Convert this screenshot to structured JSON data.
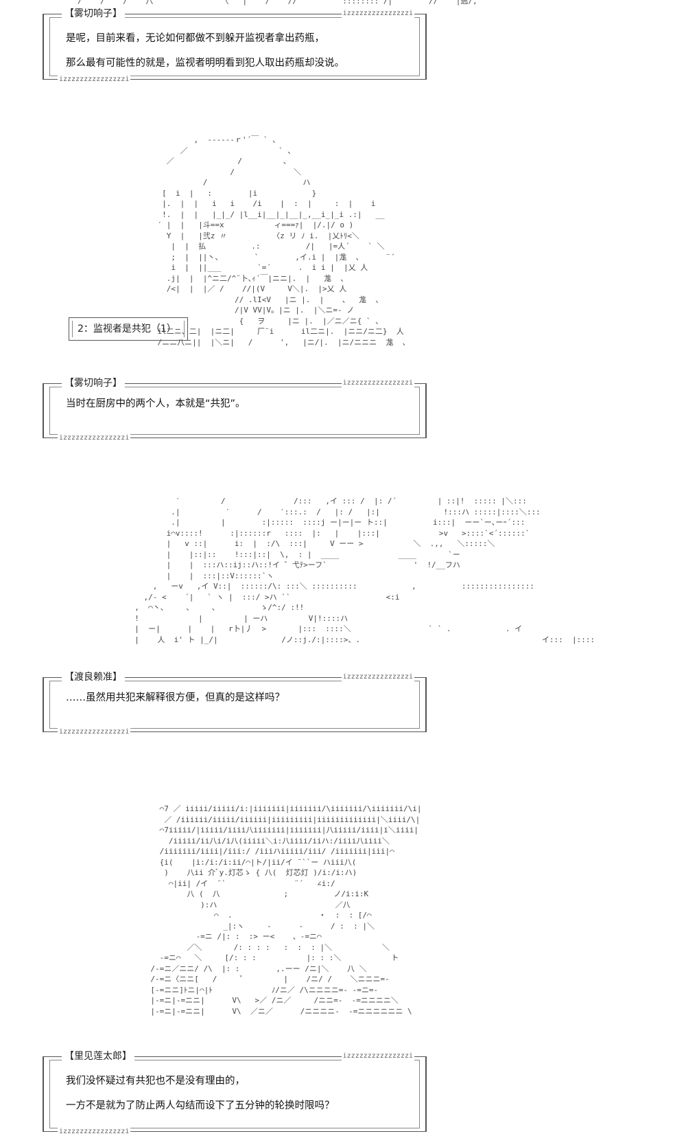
{
  "dialogs": [
    {
      "speaker": "【雾切响子】",
      "lines": [
        "是呢，目前来看，无论如何都做不到躲开监视者拿出药瓶，",
        "那么最有可能性的就是，监视者明明看到犯人取出药瓶却没说。"
      ]
    },
    {
      "speaker": "【雾切响子】",
      "lines": [
        "当时在厨房中的两个人，本就是“共犯”。"
      ]
    },
    {
      "speaker": "【渡良赖准】",
      "lines": [
        "……虽然用共犯来解释很方便，但真的是这样吗？"
      ]
    },
    {
      "speaker": "【里见莲太郎】",
      "lines": [
        "我们没怀疑过有共犯也不是没有理由的，",
        "一方不是就为了防止两人勾结而设下了五分钟的轮换时限吗？"
      ]
    }
  ],
  "zigzag_top": "izzzzzzzzzzzzzzzi",
  "zigzag_bottom": "izzzzzzzzzzzzzzzi",
  "label_box": "2：监视者是共犯（1）",
  "art": {
    "top_fragment": "        /    /    /    八               〈   |'   /    //          :::::::: /|        //    |逃/,",
    "figure1": "                    ,  ------ｒ'´￣ ` 、\n                 ／                    ` 、\n              ／              /         、\n                            /             ＼\n                      /                     ハ\n             [  i  |   :        |i            }\n             |.  |  |   i   i    /i    |  :  |     :  |    i\n             !.  |  |   |_|_/ |l__i|__|_|__|_,__i_|_i .:|   __\n            ′ |  |   |斗==x           ィ===ｧ|  |/.|/ o )\n              Y  |   |弐z 〃          〈z リ ﾉ i.  |乂ﾄﾘ<＼\n               |  |  払          .:          /|   |=人´    ` ＼\n               ;  |  ||丶、       `        ,イ.i |  |尨  、     ¨´\n               i  |  ||___        `=´      .  i i |  |乂 人\n              .j|  |  |^ニ二/^¨卜､ｨ´￣|ニニ|.  |   尨  、\n              /<|  |  |／ /    //|(V     V＼|.  |>乂 人\n                             // .lI<V   |ニ |.  |    、  尨  、\n                             /|V VV|V。|ニ |.  |＼ニ=- ノ\n                              {   ヲ     |ニ |.  |／ニ／ニ{ ` 、\n            il二ニ、二|  |ニ二|     厂¨i      il二ニ|.  |ニニ/ニ二}  人\n            /ニニ八ニ||  |＼ニ|   /      ',   |ニ/|.  |ニ/ニニニ  尨  、",
    "figure2": "                   ′         /               /:::   ,イ ::: /  |: /´         | ::|!  ::::: |＼:::\n                  .|          ′      /    ′:::.:  /   |: /   |:|              !:::ハ :::::|::::＼:::\n                  .|         |        :|:::::  ::::j ー|ー|ー ト::|          i:::|  ーー`ー､ーｰ´:::\n                 i⌒v::::!      :|::::::r   ::::  |:   |    |:::|             >v   >::::`<´::::::`\n                 |   v ::|      i:  |  :/\\  :::|     V ーー >           ＼  .,,   ＼:::::＼\n                 |    |::|::    !:::|::|  \\,  : |  ____             ____       `ー\n                 |    |  :::ハ::ij::ハ::!イ ゛弋ﾃ>ーフ`                   '  !/__フハ\n                 |    |  :::|::V::::::`ヽ\n              ,   ーv   ,イ V::|  ::::::/\\: :::＼ ::::::::::            ,          ::::::::::::::::\n            ,/- <    ´|   ` ヽ |  :::/ >ハ ``                     <:i\n          ,  ⌒丶、    、    、         ゝ/^:/ :!!\n          !             |         | ーハ         V|!::::ハ\n          |  ー|      |    |   r卜|丿  >       |:::  ::::＼                 ` ` .            . イ\n          |    人  i' ト |_/|              /ノ::j./:|::::>、.                                        イ:::  |::::",
    "figure3": "                 ⌒7 ／ iiiii/iiiii/i:|iiiiiii|iiiiiii/\\iiiiiii/\\iiiiiii/\\i|\n                  ／ /iiiiii/iiiii/iiiiii|iiiiiiiii|iiiiiiiiiiiii|＼iiii/\\|\n                 ⌒7iiiii/|iiiii/iiii八iiiiiii|iiiiiii|八iiiii/iiii|i＼iiii|\n                   /iiiii/ii八i/i八(iiiii＼i:八iiii/iiハ:/iiii八iiii＼\n                 /iiiiiii/iiii|/iii:/ /iiiハiiiii/iii/ /iiiiiii|iii|⌒\n                 {i(    |i:/i:/i:ii/⌒|ト/|ii/イ ¨``ー ハiii八(\n                  )    八ii 介ﾞy.灯芯ゝ { 八(  灯芯灯 )/i:/i:ハ)\n                   ⌒|ii| /イ  ¨`               ¨´   ∠i:/\n                       八 (  八              ;          ノ/i:i:K\n                          ):ハ                          ／八\n                             ⌒  .                   ・  :  : [/⌒\n                               _|:ヽ     -      -      / :  : |＼\n                         -=ニ /|: :  :> ー<    、-=ニ⌒\n                       ／＼       /: : : :   :  :  : |＼           ＼\n                 -=ニ⌒   ＼     [/: : :           |: : :＼           ト\n               /-=ニ／ニニ/ /\\  |: :        ,.ーー /ニ|＼    八 ＼\n               /-=ニ〈ニニ[   /     ゛        |    /ニ/ /    ＼ニニニ=-\n               [-=ニニ]ﾄニ|⌒|ﾄ             ﾉ/ニ／ /\\ニニニニ=- -=ニ=-\n               |-=ニ|-=ニニ|      V\\   >／ /ニ／     /ニニ=-  -=ニニニニ＼\n               |-=ニ|-=ニニ|      V\\  ／ニ／      /ニニニニ-  -=ニニニニニニ \\"
  }
}
